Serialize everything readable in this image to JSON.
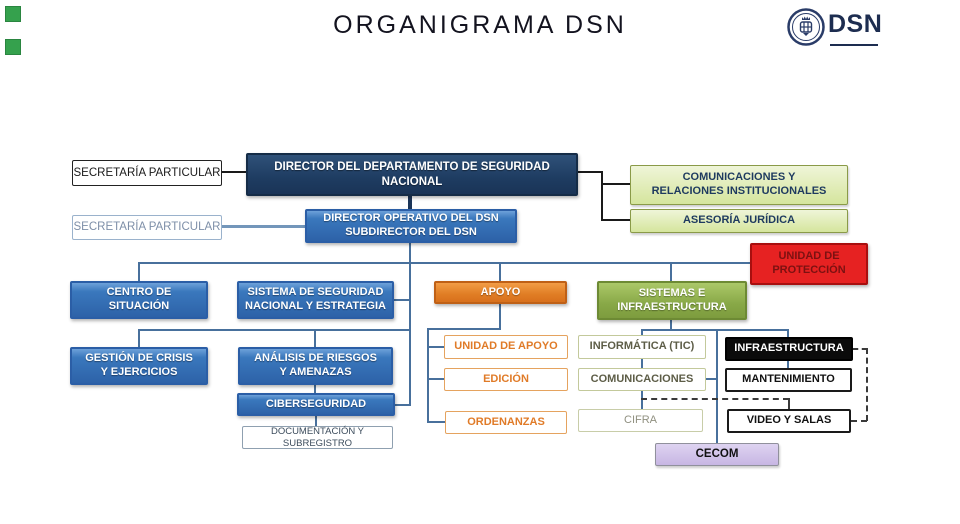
{
  "header": {
    "title": "ORGANIGRAMA DSN",
    "logo_text": "DSN"
  },
  "org": {
    "sec1": "SECRETARÍA PARTICULAR",
    "sec2": "SECRETARÍA PARTICULAR",
    "director": {
      "l1": "DIRECTOR DEL DEPARTAMENTO DE SEGURIDAD",
      "l2": "NACIONAL"
    },
    "operativo": {
      "l1": "DIRECTOR OPERATIVO DEL DSN",
      "l2": "SUBDIRECTOR DEL DSN"
    },
    "comunicaciones": {
      "l1": "COMUNICACIONES Y",
      "l2": "RELACIONES INSTITUCIONALES"
    },
    "asesoria": "ASESORÍA JURÍDICA",
    "unidad_proteccion": {
      "l1": "UNIDAD DE",
      "l2": "PROTECCIÓN"
    },
    "centro": {
      "l1": "CENTRO DE",
      "l2": "SITUACIÓN"
    },
    "sistema": {
      "l1": "SISTEMA DE SEGURIDAD",
      "l2": "NACIONAL Y ESTRATEGIA"
    },
    "apoyo": "APOYO",
    "sistemas_infra": {
      "l1": "SISTEMAS E",
      "l2": "INFRAESTRUCTURA"
    },
    "gestion": {
      "l1": "GESTIÓN DE CRISIS",
      "l2": "Y EJERCICIOS"
    },
    "analisis": {
      "l1": "ANÁLISIS DE RIESGOS",
      "l2": "Y AMENAZAS"
    },
    "ciberseguridad": "CIBERSEGURIDAD",
    "documentacion": "DOCUMENTACIÓN Y SUBREGISTRO",
    "unidad_apoyo": "UNIDAD DE APOYO",
    "edicion": "EDICIÓN",
    "ordenanzas": "ORDENANZAS",
    "informatica": "INFORMÁTICA (TIC)",
    "comunicaciones2": "COMUNICACIONES",
    "cifra": "CIFRA",
    "infraestructura": "INFRAESTRUCTURA",
    "mantenimiento": "MANTENIMIENTO",
    "video_salas": "VIDEO Y SALAS",
    "cecom": "CECOM"
  },
  "palette": {
    "navy_box": "#1e3c61",
    "blue_box": "#2d62a8",
    "pale_green_box": "#dcea9f",
    "orange_box": "#e07d24",
    "olive_green_box": "#88a847",
    "red_box": "#e62222",
    "red_box_text": "#7c1111",
    "black_box": "#0b0b0b",
    "cecom_box": "#c7b6e3",
    "connector_blue": "#48709c",
    "connector_black": "#1a1a1a",
    "logo_navy": "#1d2d50",
    "decoration_green": "#35a14d"
  }
}
